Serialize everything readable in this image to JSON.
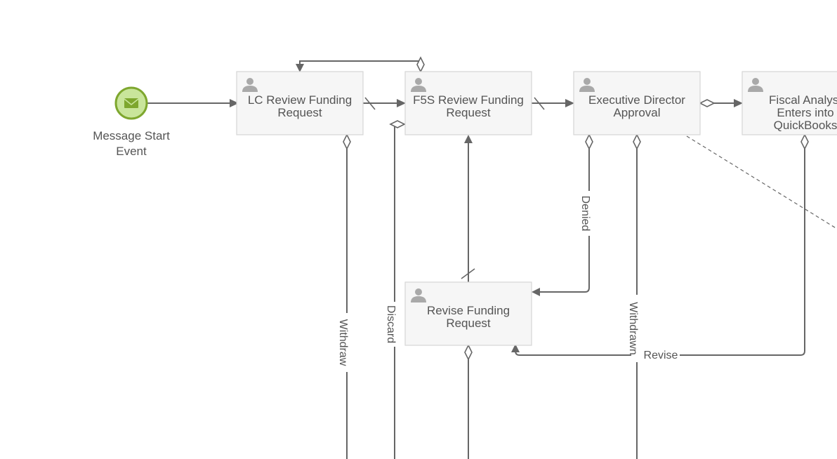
{
  "start_event": {
    "label_line1": "Message Start",
    "label_line2": "Event",
    "colors": {
      "fill": "#c9e59b",
      "stroke": "#7ea72e",
      "icon": "#7ea72e"
    },
    "icon": "envelope-icon"
  },
  "tasks": {
    "lc_review": {
      "line1": "LC Review Funding",
      "line2": "Request",
      "icon": "user-icon"
    },
    "f5s_review": {
      "line1": "F5S Review Funding",
      "line2": "Request",
      "icon": "user-icon"
    },
    "exec_approval": {
      "line1": "Executive Director",
      "line2": "Approval",
      "icon": "user-icon"
    },
    "fiscal_analyst": {
      "line1": "Fiscal Analyst",
      "line2": "Enters into",
      "line3": "QuickBooks",
      "icon": "user-icon"
    },
    "revise_request": {
      "line1": "Revise Funding",
      "line2": "Request",
      "icon": "user-icon"
    }
  },
  "edge_labels": {
    "withdraw": "Withdraw",
    "discard": "Discard",
    "denied": "Denied",
    "withdrawn": "Withdrawn",
    "revise": "Revise"
  },
  "colors": {
    "line": "#666666",
    "task_fill": "#f6f6f6",
    "task_border": "#d6d6d6",
    "text": "#555555"
  }
}
